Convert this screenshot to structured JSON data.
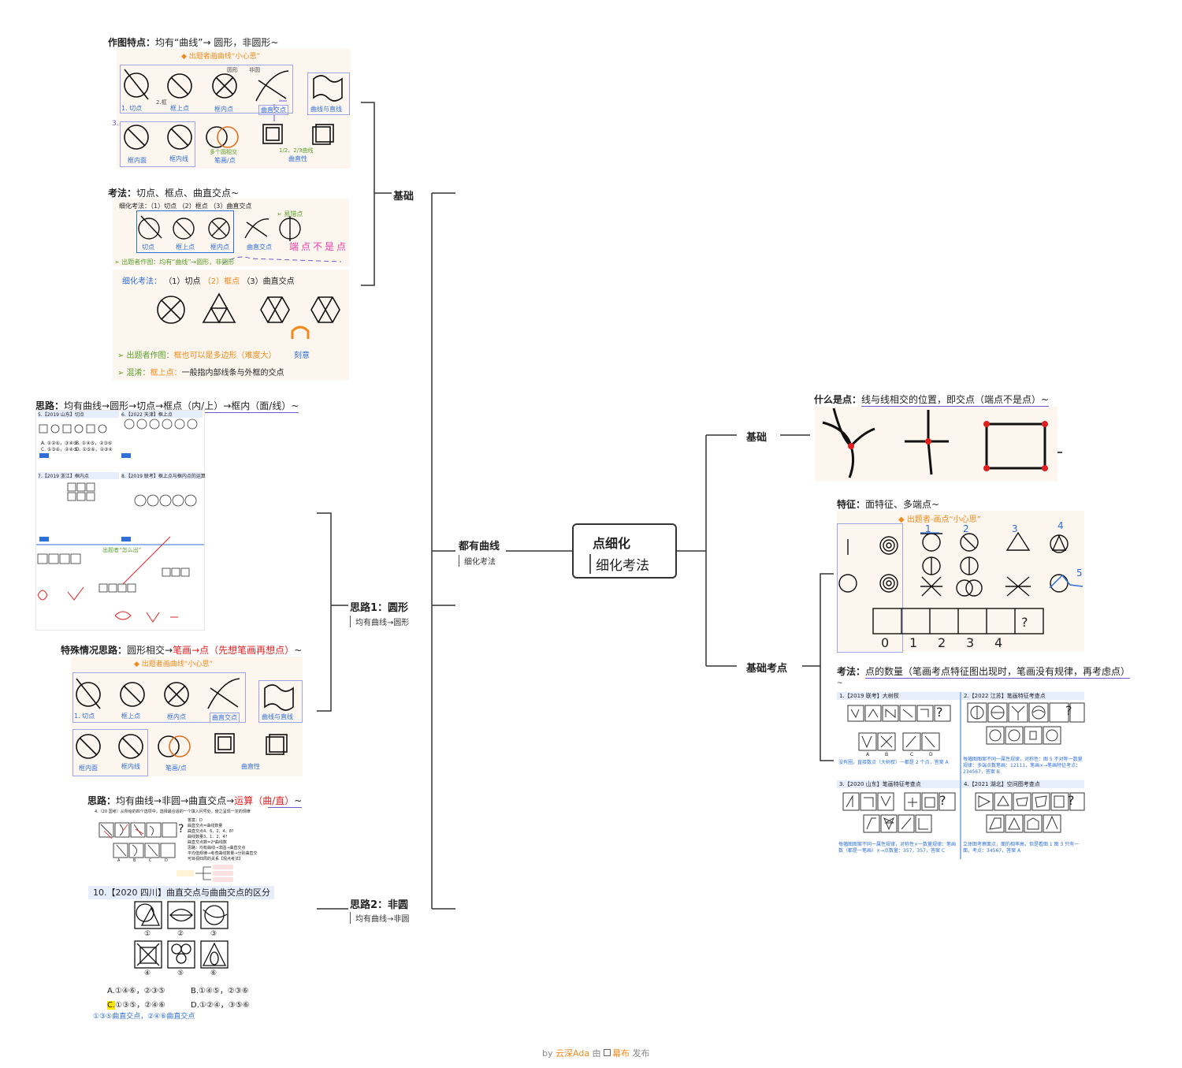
{
  "central": {
    "title": "点细化",
    "subtitle": "细化考法"
  },
  "branches": {
    "left_main": {
      "title": "都有曲线",
      "sub": "细化考法"
    },
    "jichu_left": {
      "title": "基础"
    },
    "silu1": {
      "title": "思路1：圆形",
      "sub": "均有曲线→圆形"
    },
    "silu2": {
      "title": "思路2：非圆",
      "sub": "均有曲线→非圆"
    },
    "jichu_right": {
      "title": "基础"
    },
    "jichu_kaodian": {
      "title": "基础考点"
    }
  },
  "headers": {
    "zuotu": {
      "bold": "作图特点：",
      "text": "均有“曲线”→ 圆形，非圆形~"
    },
    "kaofa_left": {
      "bold": "考法：",
      "text": "切点、框点、曲直交点~"
    },
    "silu_yuan": {
      "bold": "思路：",
      "text": "均有曲线→圆形→切点→框点（内/上）→框内（面/线）~"
    },
    "teshu": {
      "bold": "特殊情况思路：",
      "text_pre": "圆形相交→",
      "text_red": "笔画→点（先想笔画再想点）",
      "text_post": "~"
    },
    "silu_feiyuan": {
      "bold": "思路：",
      "text_pre": "均有曲线→非圆→曲直交点→",
      "text_red": "运算（曲/直）",
      "text_post": "~"
    },
    "shenme": {
      "bold": "什么是点：",
      "text": "线与线相交的位置，即交点（端点不是点）~"
    },
    "tezheng": {
      "bold": "特征：",
      "text": "面特征、多端点~"
    },
    "kaofa_right": {
      "bold": "考法：",
      "text": "点的数量（笔画考点特征图出现时，笔画没有规律，再考虑点）"
    }
  },
  "panel1": {
    "note": "◆ 出题者画曲线“小心思”",
    "labels": [
      "1. 切点",
      "框上点",
      "框内点",
      "曲直交点",
      "曲线与直线",
      "框内面",
      "框内线",
      "笔画/点",
      "曲直性"
    ],
    "hand": [
      "2.框",
      "圆形",
      "非圆",
      "3.",
      "多个圆相交",
      "1/2、2/3曲线"
    ]
  },
  "panel2": {
    "top_line": "细化考法：（1）切点 （2）框点 （3）曲直交点",
    "labels": [
      "切点",
      "框上点",
      "框内点",
      "曲直交点"
    ],
    "note_green": "➢ 易错点",
    "hand_pink": "端点不是点",
    "bottom_line": "➢ 出题者作图：均有“曲线”→圆形，非圆形"
  },
  "panel3": {
    "line_blue": "细化考法：",
    "line_items": [
      "（1）切点",
      "（2）框点",
      "（3）曲直交点"
    ],
    "note1_pre": "➢ 出题者作图：",
    "note1": "框也可以是多边形（难度大）",
    "note2_pre": "➢ 混淆：",
    "note2_mid": "框上点：",
    "note2": "一般指内部线条与外框的交点",
    "tag": "刻意"
  },
  "q_grid": {
    "titles": [
      "5.【2019 山东】切点",
      "6.【2022 天津】框上点",
      "7.【2019 浙江】框内点",
      "8.【2019 联考】框上点与框内点的运算"
    ],
    "opts": [
      "A. ①②⑥，③④⑤",
      "B. ①④⑤，②③⑥",
      "C. ①③⑥，②④⑤",
      "D. ①⑤⑥，②③④"
    ],
    "note": "出题者“怎么出”"
  },
  "feiyuan_q": {
    "head": "4.（20 国考）从所给的四个选项中，选择最合适的一个填入问号处，使之呈现一定的规律",
    "answer": [
      "答案：D",
      "曲直交点=曲线数量",
      "曲直交点4、6、2、4、8?",
      "曲线数量3、1、2、4?",
      "曲直交点数=2*曲线数",
      "思路：均有曲线→非圆→曲直交点",
      "平均值规律→考虑曲线数量→分别曲直交",
      "可目视四周的关系【观点考法】"
    ],
    "opts": [
      "A",
      "B",
      "C",
      "D"
    ]
  },
  "q10": {
    "title": "10.【2020 四川】曲直交点与曲曲交点的区分",
    "nums": [
      "①",
      "②",
      "③",
      "④",
      "⑤",
      "⑥"
    ],
    "optA": "A.①④⑥，②③⑤",
    "optB": "B.①④⑤，②③⑥",
    "optC_mark": "C.",
    "optC": "①③⑤，②④⑥",
    "optD": "D.①②④，③⑤⑥",
    "explain": "①③⑤曲直交点，②④⑥曲直交点"
  },
  "tezheng_panel": {
    "note": "◆ 出题者-画点“小心思”",
    "nums": [
      "0",
      "1",
      "2",
      "3",
      "4"
    ],
    "hand": [
      "1",
      "2",
      "3",
      "4",
      "5"
    ],
    "qmark": "?"
  },
  "right_grid": {
    "titles": [
      "1.【2019 联考】大树杈",
      "2.【2022 江苏】笔画特征考查点",
      "3.【2020 山东】笔画特征考查点",
      "4.【2021 湖北】空间图考查点"
    ],
    "notes": [
      "没有圈，直接数点（大树杈）一都是 2 个点，答案 A",
      "每幅图图案不同一属性规律，对称性：图 5 不对称一数量规律：多端点数笔画：12111，笔画×→笔画特征考点：234567，答案 B",
      "每幅图图案不同一属性规律，对称性×一数量规律：笔画数（都是一笔画）×→点数量：357，357，答案 C",
      "立体图考察面点，面的相率高，但是看图 1 图 3 只有一面，考点：34567，答案 A"
    ],
    "opts": [
      "A",
      "B",
      "C",
      "D"
    ],
    "qmark": "?"
  },
  "footer": {
    "by": "by ",
    "author": "云深Ada",
    "mid": " 由 ",
    "brand": "幕布",
    "end": " 发布"
  },
  "colors": {
    "accent_blue": "#2f6fd6",
    "orange": "#f08a1c",
    "red": "#e02020",
    "purple_underline": "#6a5acd",
    "point_red": "#e02020"
  }
}
